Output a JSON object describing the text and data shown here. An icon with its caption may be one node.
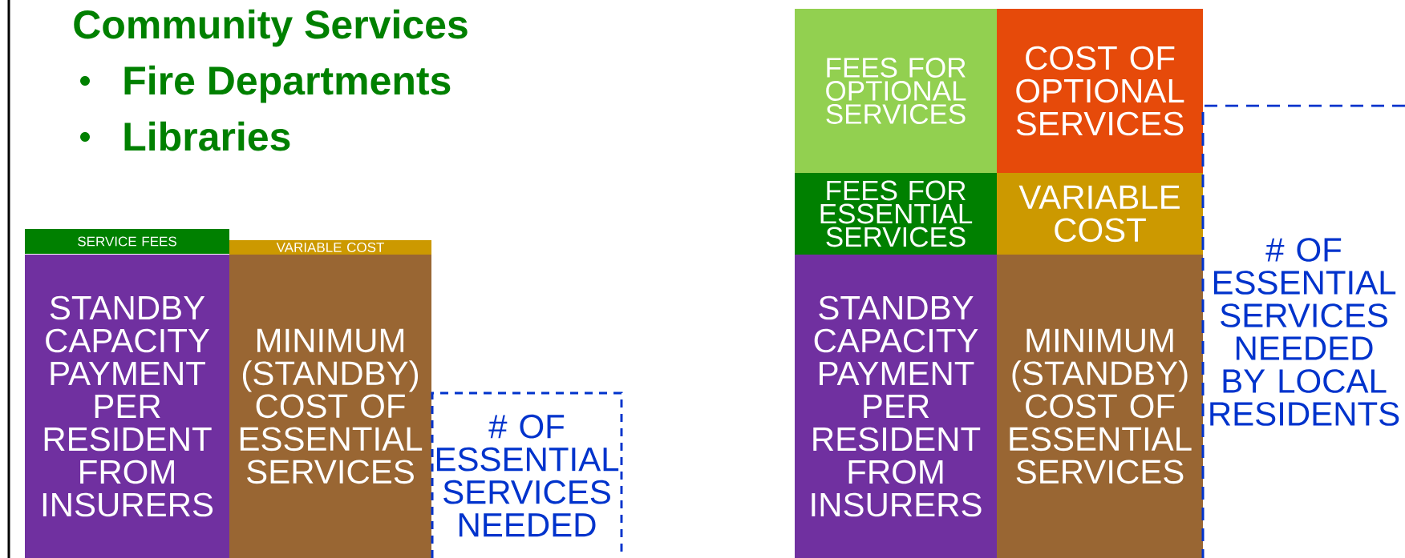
{
  "diagram": {
    "nodes": [
      {
        "text": [
          "SERVICE FEES"
        ]
      },
      {
        "text": [
          "VARIABLE COST"
        ]
      },
      {
        "text": [
          "STANDBY CAPACITY PAYMENT PER RESIDENT FROM INSURERS"
        ]
      },
      {
        "text": [
          "MINIMUM (STANDBY) COST OF ESSENTIAL SERVICES"
        ]
      },
      {
        "text": [
          "# OF ESSENTIAL SERVICES NEEDED"
        ]
      },
      {
        "text": [
          "FEES FOR OPTIONAL SERVICES"
        ]
      },
      {
        "text": [
          "COST OF OPTIONAL SERVICES"
        ]
      },
      {
        "text": [
          "FEES FOR ESSENTIAL SERVICES"
        ]
      },
      {
        "text": [
          "VARIABLE COST"
        ]
      },
      {
        "text": [
          "STANDBY CAPACITY PAYMENT PER RESIDENT FROM INSURERS"
        ]
      },
      {
        "text": [
          "MINIMUM (STANDBY) COST OF ESSENTIAL SERVICES"
        ]
      },
      {
        "text": [
          "# OF ESSENTIAL SERVICES NEEDED BY LOCAL RESIDENTS"
        ]
      }
    ],
    "labels": [
      "Community Services",
      "Fire Departments",
      "Libraries"
    ]
  }
}
